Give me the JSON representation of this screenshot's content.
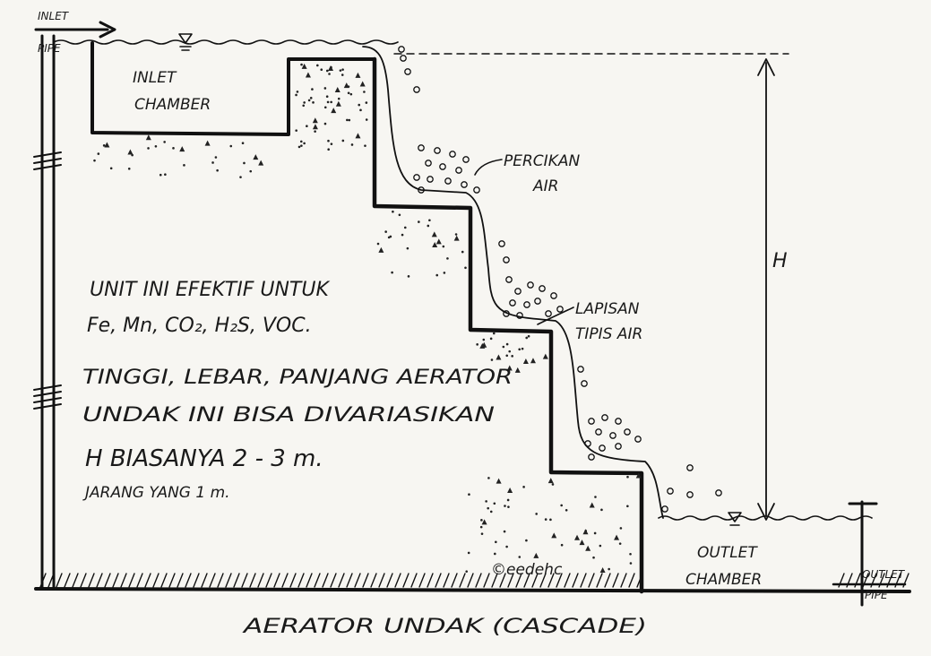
{
  "labels": {
    "inlet_pipe_1": "INLET",
    "inlet_pipe_2": "PIPE",
    "inlet_chamber_1": "INLET",
    "inlet_chamber_2": "CHAMBER",
    "percikan_1": "PERCIKAN",
    "percikan_2": "AIR",
    "lapisan_1": "LAPISAN",
    "lapisan_2": "TIPIS AIR",
    "height_symbol": "H",
    "outlet_chamber_1": "OUTLET",
    "outlet_chamber_2": "CHAMBER",
    "outlet_pipe_1": "OUTLET",
    "outlet_pipe_2": "PIPE",
    "copyright": "©eedehc",
    "title": "AERATOR UNDAK (CASCADE)"
  },
  "notes": {
    "line1": "UNIT INI EFEKTIF UNTUK",
    "line2": "Fe, Mn, CO₂, H₂S, VOC.",
    "line3": "TINGGI, LEBAR, PANJANG AERATOR",
    "line4": "UNDAK INI BISA DIVARIASIKAN",
    "line5": "H BIASANYA 2 - 3 m.",
    "line6": "JARANG YANG 1 m."
  },
  "colors": {
    "ink": "#111111",
    "paper": "#f7f6f2"
  },
  "icons": {
    "water_level": "water-level-triangle-icon",
    "arrow": "arrow-icon",
    "break_marks": "break-mark-icon"
  }
}
